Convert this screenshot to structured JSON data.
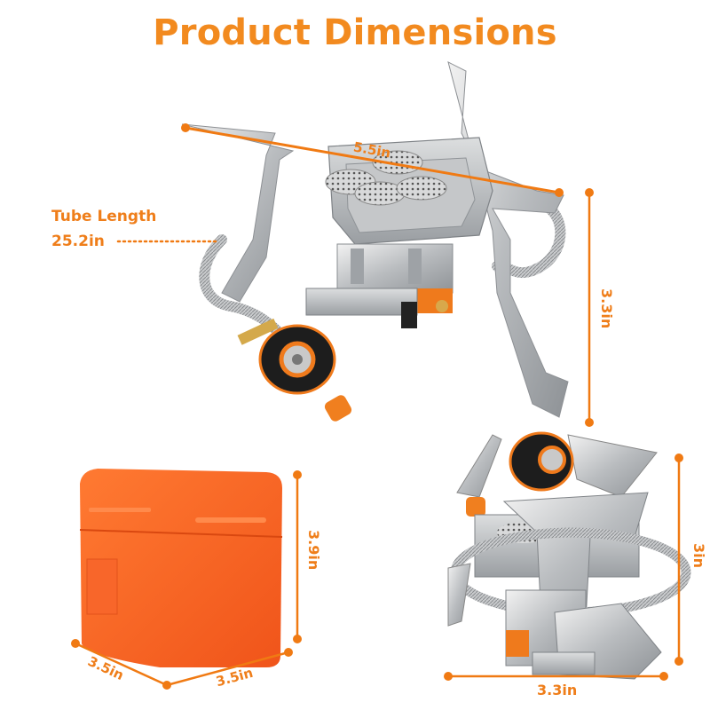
{
  "page": {
    "title": "Product Dimensions",
    "accent_color": "#f28a1f"
  },
  "main_stove": {
    "description": "Folding camping stove with four-head burner, remote gas hose and canister adapter",
    "tube_length_label": "Tube Length",
    "tube_length_value": "25.2in",
    "width_label": "5.5in",
    "height_label": "3.3in"
  },
  "storage_case": {
    "description": "Orange plastic storage case",
    "height_label": "3.9in",
    "depth_label": "3.5in",
    "width_label": "3.5in"
  },
  "folded_stove": {
    "description": "Stove folded with hose wrapped around",
    "height_label": "3in",
    "width_label": "3.3in"
  }
}
